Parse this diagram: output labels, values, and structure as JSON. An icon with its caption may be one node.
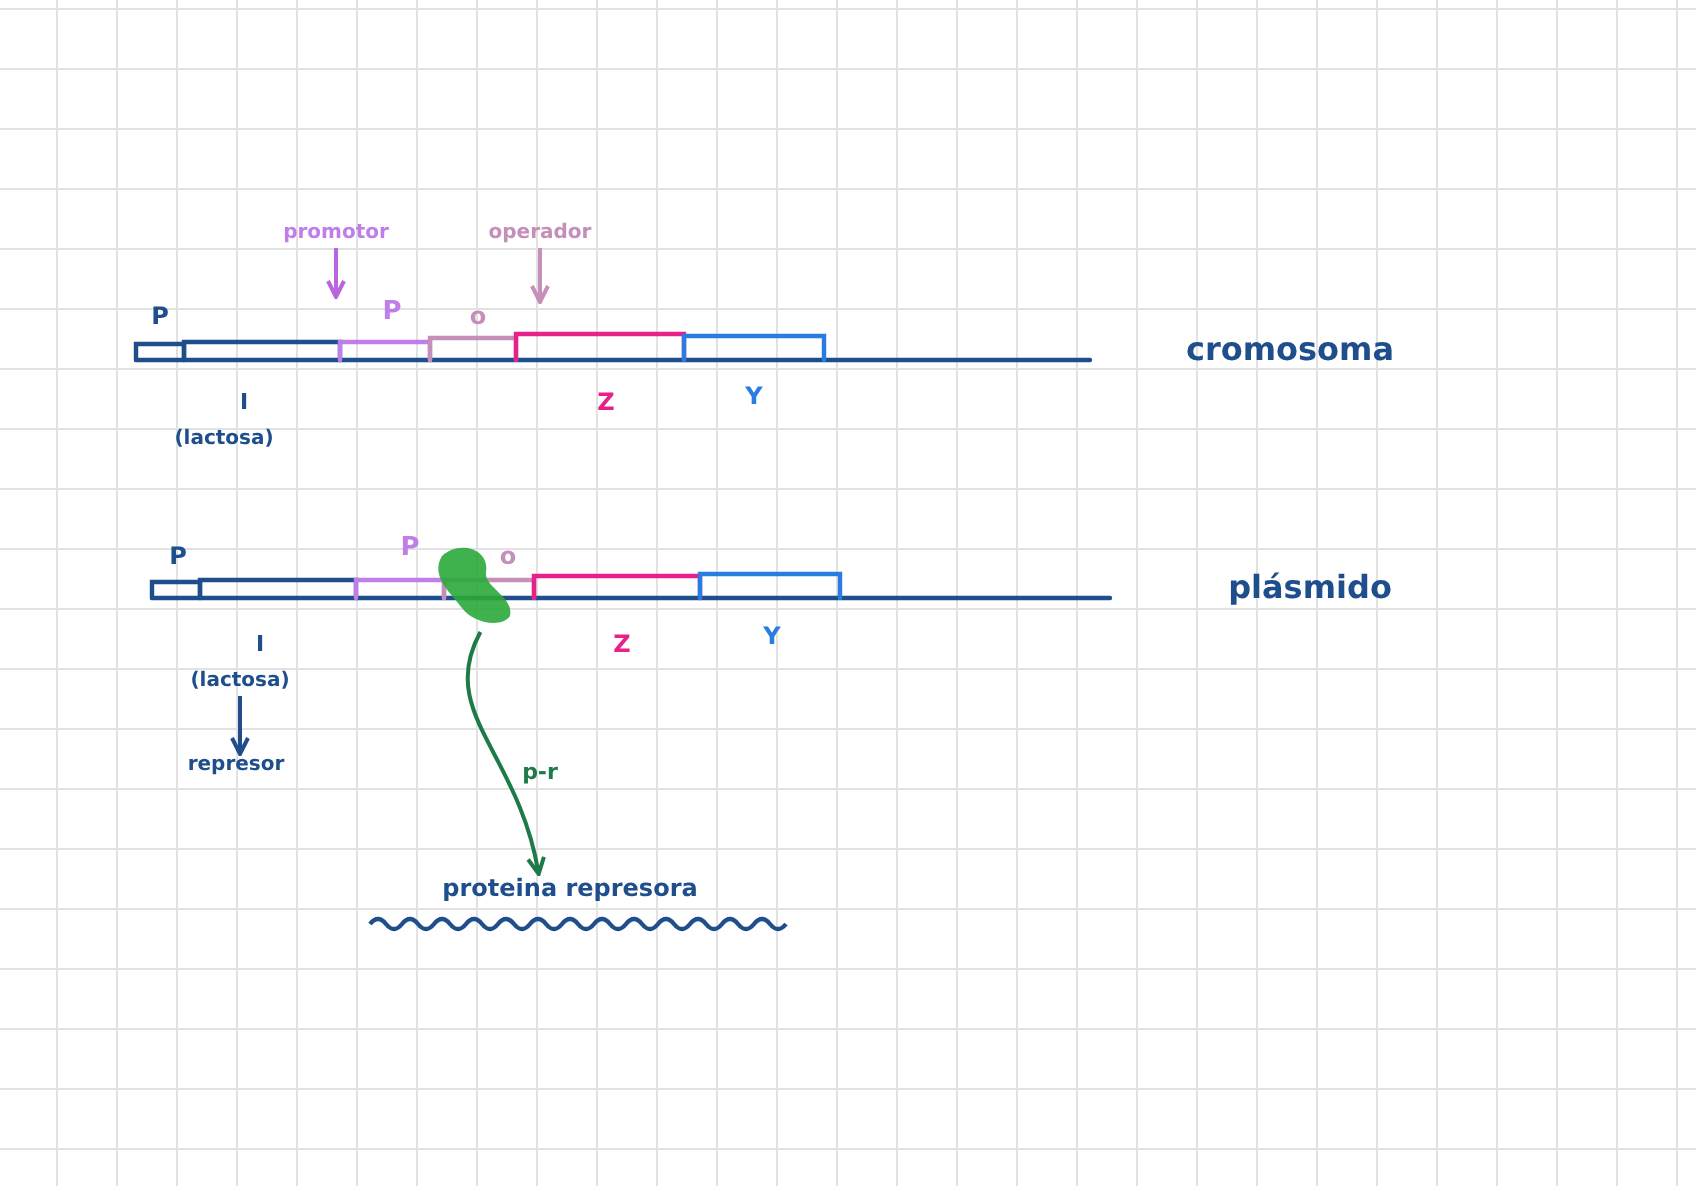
{
  "diagram": {
    "nodes": [
      {
        "text": [
          "promotor"
        ]
      },
      {
        "text": [
          "P"
        ]
      },
      {
        "text": [
          "operador"
        ]
      },
      {
        "text": [
          "o"
        ]
      },
      {
        "text": [
          "(lactosa)"
        ]
      },
      {
        "text": [
          "represor"
        ]
      },
      {
        "text": [],
        "shape": "blob"
      },
      {
        "text": [
          "proteina represora"
        ]
      }
    ],
    "edges": [
      {
        "from": 0,
        "to": 1,
        "arrow": "to",
        "color": "#b866e0"
      },
      {
        "from": 2,
        "to": 3,
        "arrow": "to",
        "color": "#c48fb8"
      },
      {
        "from": 4,
        "to": 5,
        "arrow": "to",
        "color": "#1f4e8c"
      },
      {
        "from": 6,
        "to": 7,
        "arrow": "to",
        "label": "p-r",
        "color": "#1f7a4a"
      }
    ],
    "labels": [
      "P",
      "I",
      "(lactosa)",
      "Z",
      "Y",
      "cromosoma",
      "P",
      "P",
      "o",
      "I",
      "Z",
      "Y",
      "plásmido"
    ]
  }
}
